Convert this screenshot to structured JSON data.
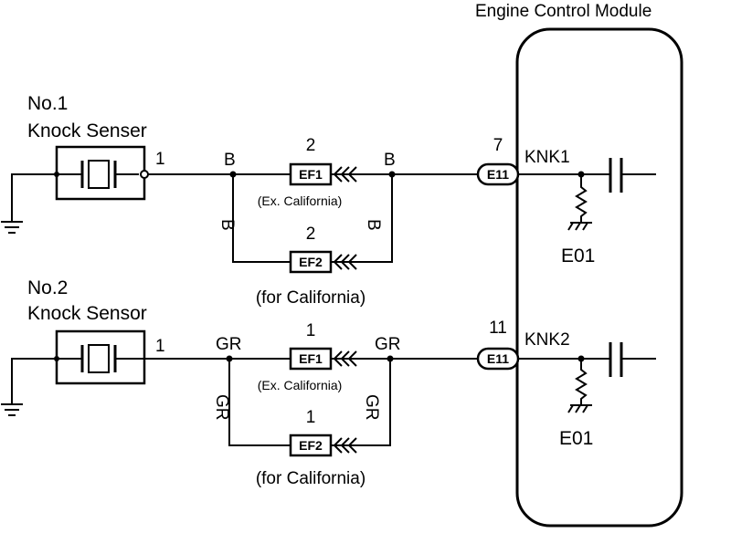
{
  "ecm": {
    "title": "Engine Control Module",
    "pins": [
      {
        "number": "7",
        "connector": "E11",
        "signal": "KNK1",
        "ground": "E01"
      },
      {
        "number": "11",
        "connector": "E11",
        "signal": "KNK2",
        "ground": "E01"
      }
    ]
  },
  "sensors": [
    {
      "label_line1": "No.1",
      "label_line2": "Knock Senser",
      "pin": "1"
    },
    {
      "label_line1": "No.2",
      "label_line2": "Knock Sensor",
      "pin": "1"
    }
  ],
  "circuits": [
    {
      "wire_color": "B",
      "upper": {
        "connector": "EF1",
        "pin": "2",
        "note": "(Ex. California)"
      },
      "lower": {
        "connector": "EF2",
        "pin": "2",
        "note": "(for California)"
      }
    },
    {
      "wire_color": "GR",
      "upper": {
        "connector": "EF1",
        "pin": "1",
        "note": "(Ex. California)"
      },
      "lower": {
        "connector": "EF2",
        "pin": "1",
        "note": "(for California)"
      }
    }
  ]
}
